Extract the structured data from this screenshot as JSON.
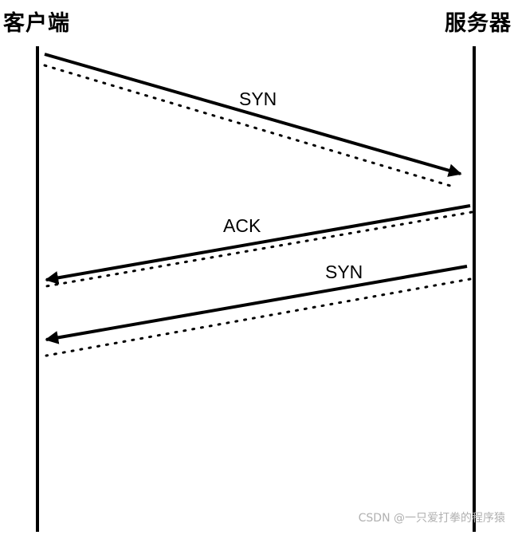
{
  "participants": {
    "client": "客户端",
    "server": "服务器"
  },
  "messages": [
    {
      "label": "SYN",
      "from": "client",
      "to": "server"
    },
    {
      "label": "ACK",
      "from": "server",
      "to": "client"
    },
    {
      "label": "SYN",
      "from": "server",
      "to": "client"
    },
    {
      "label": "",
      "from": "server",
      "to": "client"
    }
  ],
  "watermark": "CSDN @一只爱打拳的程序猿",
  "colors": {
    "line": "#000000",
    "background": "#ffffff",
    "watermark": "#b0b0b0"
  }
}
